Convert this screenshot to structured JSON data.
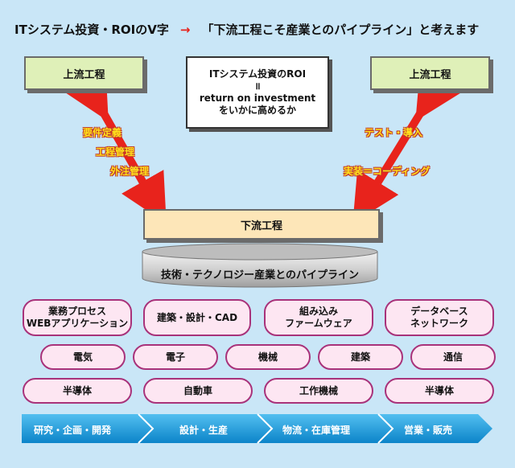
{
  "headline": {
    "left": "ITシステム投資・ROIのV字",
    "arrow": "→",
    "right": "「下流工程こそ産業とのパイプライン」と考えます"
  },
  "upstream_left": "上流工程",
  "upstream_right": "上流工程",
  "roi_box": {
    "line1": "ITシステム投資のROI",
    "line2": "॥",
    "line3": "return on investment",
    "line4": "をいかに高めるか"
  },
  "left_labels": [
    "要件定義",
    "工程管理",
    "外注管理"
  ],
  "right_labels": [
    "テスト・導入",
    "実装＝コーディング"
  ],
  "downstream": "下流工程",
  "pipeline": "技術・テクノロジー産業とのパイプライン",
  "industries_row1": [
    {
      "l1": "業務プロセス",
      "l2": "WEBアプリケーション"
    },
    {
      "l1": "建築・設計・CAD",
      "l2": ""
    },
    {
      "l1": "組み込み",
      "l2": "ファームウェア"
    },
    {
      "l1": "データベース",
      "l2": "ネットワーク"
    }
  ],
  "industries_row2": [
    "電気",
    "電子",
    "機械",
    "建築",
    "通信"
  ],
  "industries_row3": [
    "半導体",
    "自動車",
    "工作機械",
    "半導体"
  ],
  "process_stages": [
    "研究・企画・開発",
    "設計・生産",
    "物流・在庫管理",
    "営業・販売"
  ],
  "colors": {
    "background": "#c9e6f7",
    "upstream_fill": "#dff0b8",
    "downstream_fill": "#fde6b8",
    "arrow_red": "#e8231c",
    "label_yellow": "#ffe11a",
    "pill_fill": "#fde6f2",
    "pill_border": "#a8327a",
    "process_blue": "#1594d6"
  }
}
